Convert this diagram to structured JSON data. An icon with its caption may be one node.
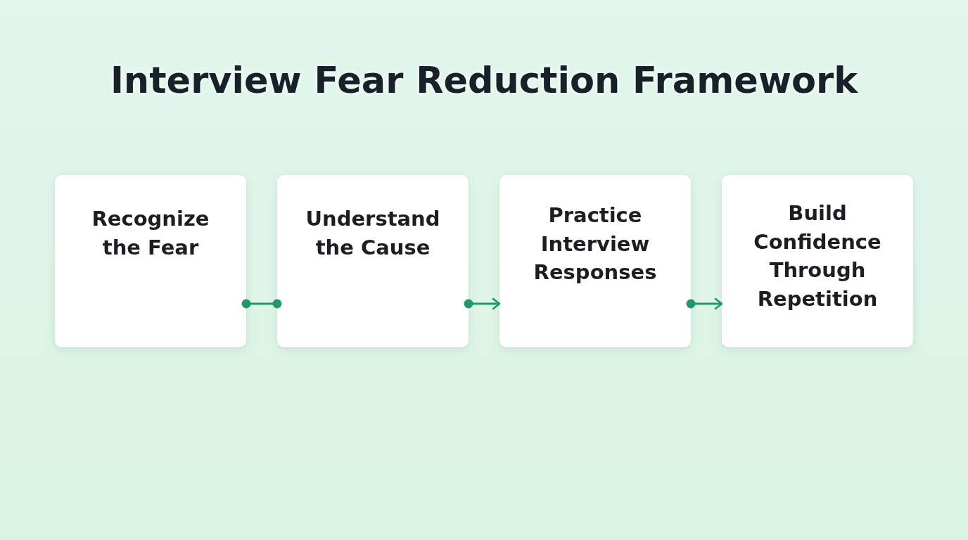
{
  "diagram": {
    "title": "Interview Fear Reduction Framework",
    "nodes": [
      {
        "text": [
          "Recognize the Fear"
        ]
      },
      {
        "text": [
          "Understand the Cause"
        ]
      },
      {
        "text": [
          "Practice Interview Responses"
        ]
      },
      {
        "text": [
          "Build Confidence Through Repetition"
        ]
      }
    ],
    "edges": [
      {
        "from": 0,
        "to": 1,
        "arrow": "other"
      },
      {
        "from": 1,
        "to": 2,
        "arrow": "to"
      },
      {
        "from": 2,
        "to": 3,
        "arrow": "to"
      }
    ]
  }
}
